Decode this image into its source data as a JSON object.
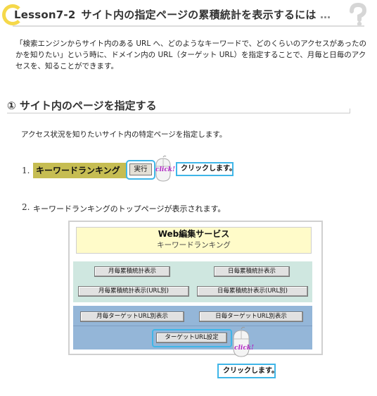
{
  "header": {
    "lesson_number": "Lesson7-2",
    "title": "サイト内の指定ページの累積統計を表示するには",
    "ellipsis": "…"
  },
  "intro": "「検索エンジンからサイト内のある URL へ、どのようなキーワードで、どのくらいのアクセスがあったのかを知りたい」という時に、ドメイン内の URL（ターゲット URL）を指定することで、月毎と日毎のアクセスを、知ることができます。",
  "section": {
    "title": "① サイト内のページを指定する",
    "description": "アクセス状況を知りたいサイト内の特定ページを指定します。"
  },
  "step1": {
    "number": "1.",
    "banner_label": "キーワードランキング",
    "exec_button": "実行",
    "click_label": "click!",
    "callout": "クリックします。"
  },
  "step2": {
    "number": "2.",
    "text": "キーワードランキングのトップページが表示されます。"
  },
  "app": {
    "title": "Web編集サービス",
    "subtitle": "キーワードランキング",
    "btn_monthly": "月毎累積統計表示",
    "btn_daily": "日毎累積統計表示",
    "btn_monthly_url": "月毎累積統計表示(URL別)",
    "btn_daily_url": "日毎累積統計表示(URL別)",
    "btn_monthly_target": "月毎ターゲットURL別表示",
    "btn_daily_target": "日毎ターゲットURL別表示",
    "btn_target_setting": "ターゲットURL設定",
    "click_label": "click!",
    "callout": "クリックします。"
  },
  "colors": {
    "accent_yellow": "#f5d84a",
    "banner": "#c6bd52",
    "highlight_frame": "#3fb6e8",
    "panel_green": "#cfe7e0",
    "panel_blue": "#94b6d8",
    "click_text": "#b12ac4"
  },
  "icons": [
    "c-ring-icon",
    "question-mark-icon",
    "mouse-icon"
  ]
}
